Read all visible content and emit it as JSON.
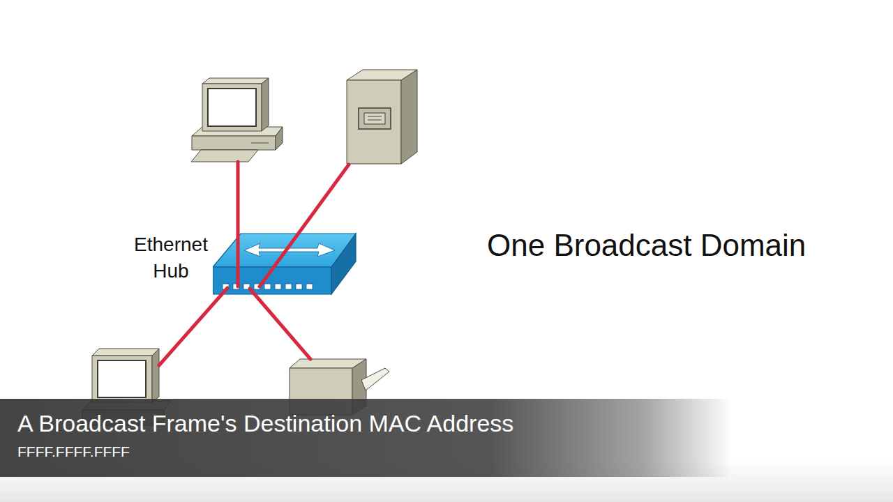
{
  "diagram": {
    "nodes": [
      {
        "text": [
          "Ethernet Hub"
        ]
      },
      {
        "text": [
          "A Broadcast Frame's Destination MAC Address",
          "FFFF.FFFF.FFFF"
        ]
      }
    ],
    "labels": [
      "One Broadcast Domain"
    ]
  }
}
